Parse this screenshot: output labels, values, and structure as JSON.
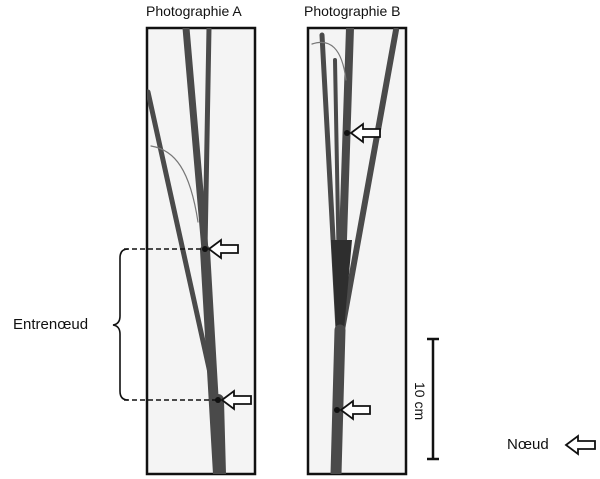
{
  "photo_a": {
    "title": "Photographie A"
  },
  "photo_b": {
    "title": "Photographie B"
  },
  "annotation": {
    "internode_label": "Entrenœud"
  },
  "scale_bar": {
    "label": "10 cm"
  },
  "legend": {
    "node_label": "Nœud",
    "icon": "hollow-arrow-left-icon"
  },
  "colors": {
    "stem": "#4a4a4a",
    "frame": "#111111",
    "arrow_fill": "#ffffff"
  }
}
